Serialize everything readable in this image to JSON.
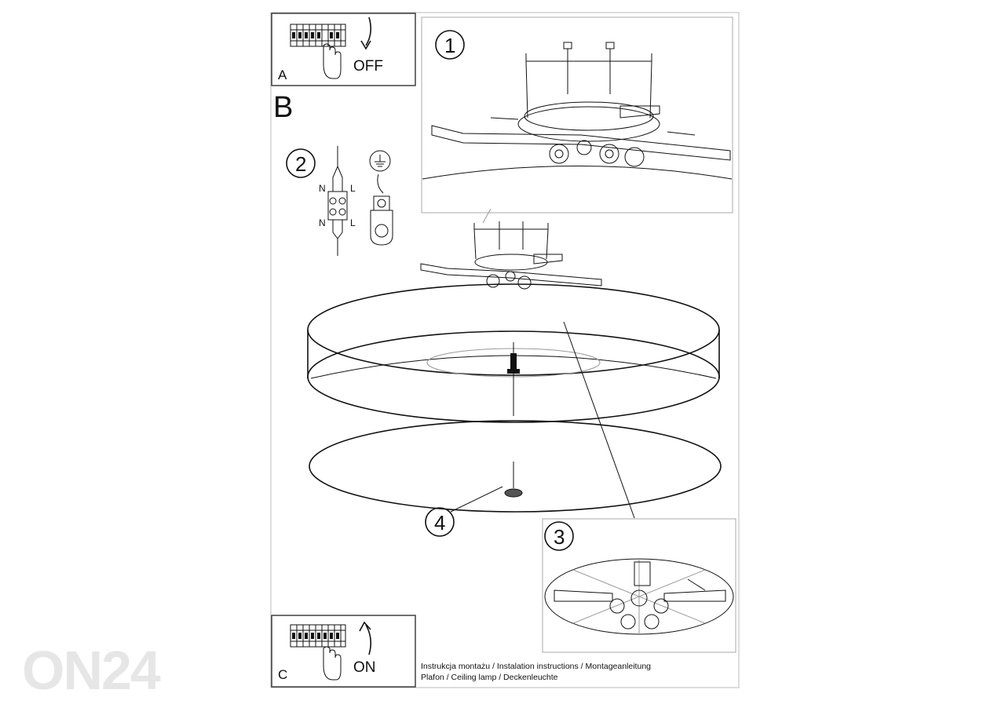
{
  "panel_a": {
    "letter": "A",
    "switch_label": "OFF"
  },
  "panel_b": {
    "letter": "B"
  },
  "panel_c": {
    "letter": "C",
    "switch_label": "ON"
  },
  "steps": [
    "1",
    "2",
    "3",
    "4"
  ],
  "wiring": {
    "n_top": "N",
    "l_top": "L",
    "n_bottom": "N",
    "l_bottom": "L"
  },
  "footer": {
    "line1": "Instrukcja montażu / Instalation instructions / Montageanleitung",
    "line2": "Plafon / Ceiling lamp / Deckenleuchte"
  },
  "watermark": "ON24"
}
